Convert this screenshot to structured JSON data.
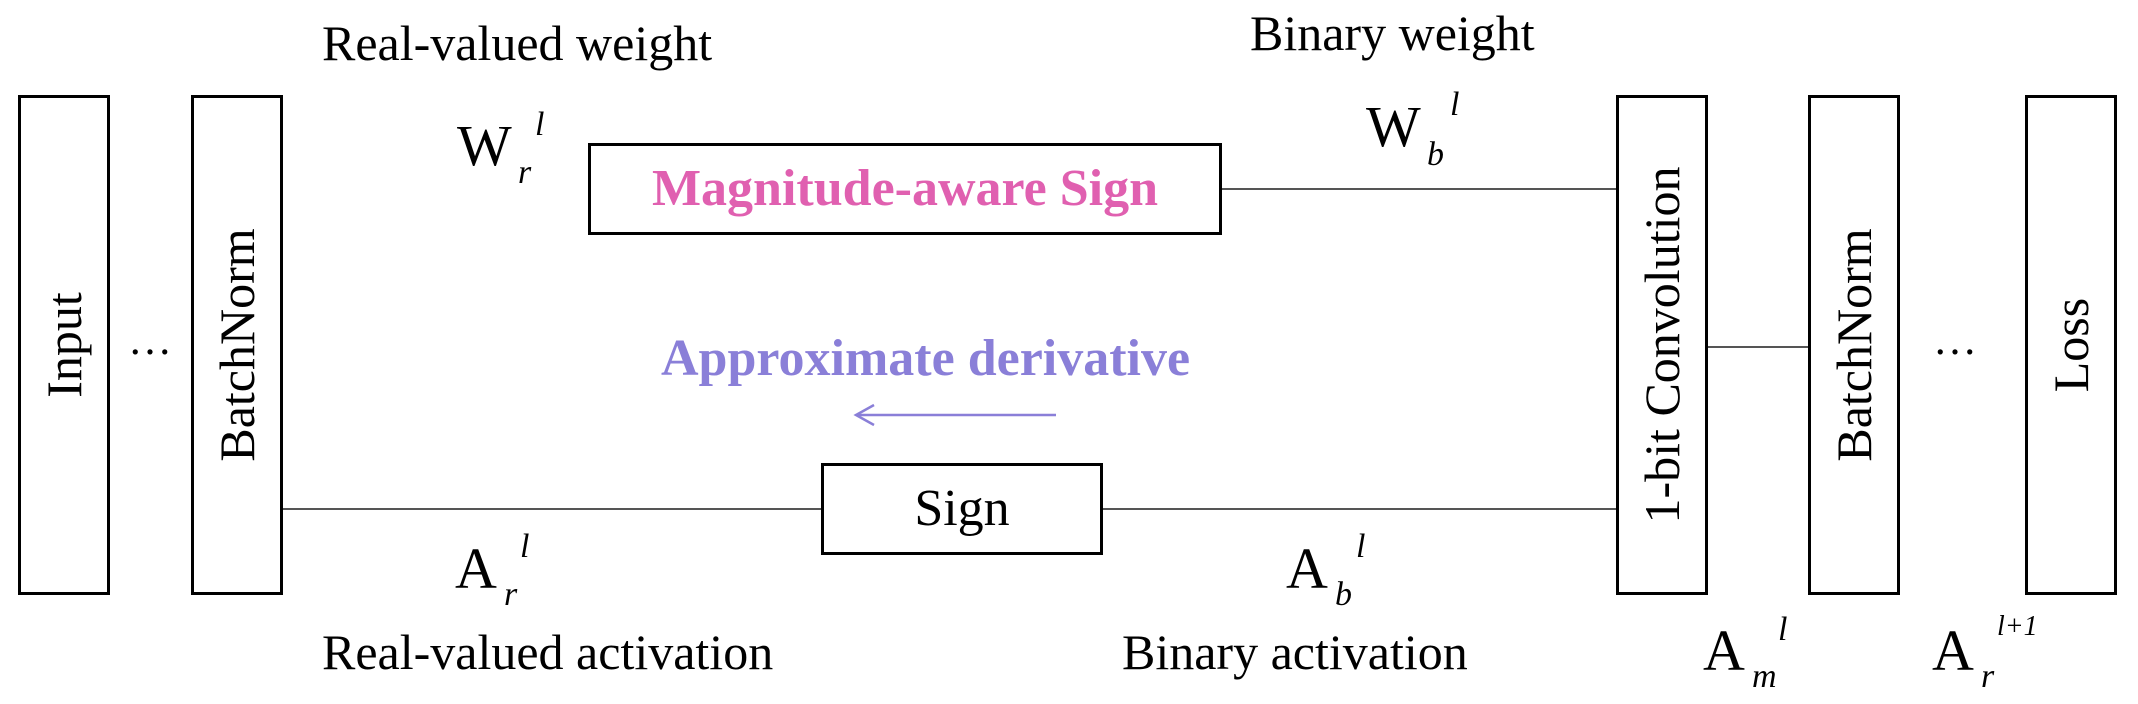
{
  "blocks": {
    "input": "Input",
    "batchnorm_left": "BatchNorm",
    "conv": "1-bit Convolution",
    "batchnorm_right": "BatchNorm",
    "loss": "Loss"
  },
  "ellipsis": "…",
  "labels": {
    "real_weight": "Real-valued weight",
    "binary_weight": "Binary weight",
    "real_activation": "Real-valued activation",
    "binary_activation": "Binary activation",
    "approx_derivative": "Approximate derivative"
  },
  "ops": {
    "magnitude_sign": "Magnitude-aware Sign",
    "sign": "Sign"
  },
  "symbols": {
    "w_r": {
      "base": "W",
      "sub": "r",
      "sup": "l"
    },
    "w_b": {
      "base": "W",
      "sub": "b",
      "sup": "l"
    },
    "a_r": {
      "base": "A",
      "sub": "r",
      "sup": "l"
    },
    "a_b": {
      "base": "A",
      "sub": "b",
      "sup": "l"
    },
    "a_m": {
      "base": "A",
      "sub": "m",
      "sup": "l"
    },
    "a_r_next": {
      "base": "A",
      "sub": "r",
      "sup": "l+1"
    }
  },
  "colors": {
    "magnitude_sign": "#e060b0",
    "approx_derivative": "#8a7fd8"
  }
}
